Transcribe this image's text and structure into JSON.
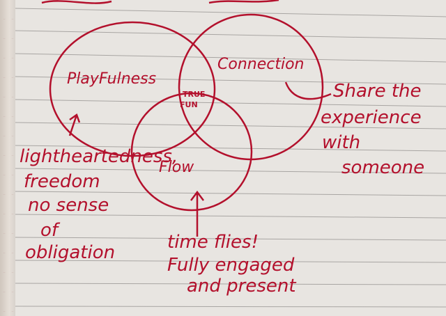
{
  "diagram": {
    "ink_color": "#b3102c",
    "paper_color": "#e8e5e1",
    "circles": [
      {
        "label": "PlayFulness"
      },
      {
        "label": "Connection"
      },
      {
        "label": "Flow"
      }
    ],
    "center_label": [
      "TRUE",
      "FUN"
    ],
    "playfulness_notes": [
      "lightheartedness,",
      "freedom",
      "no sense",
      "of",
      "obligation"
    ],
    "flow_label": "Flow",
    "flow_notes": [
      "time flies!",
      "Fully engaged",
      "and present"
    ],
    "connection_notes": [
      "Share the",
      "experience",
      "with",
      "someone"
    ]
  }
}
